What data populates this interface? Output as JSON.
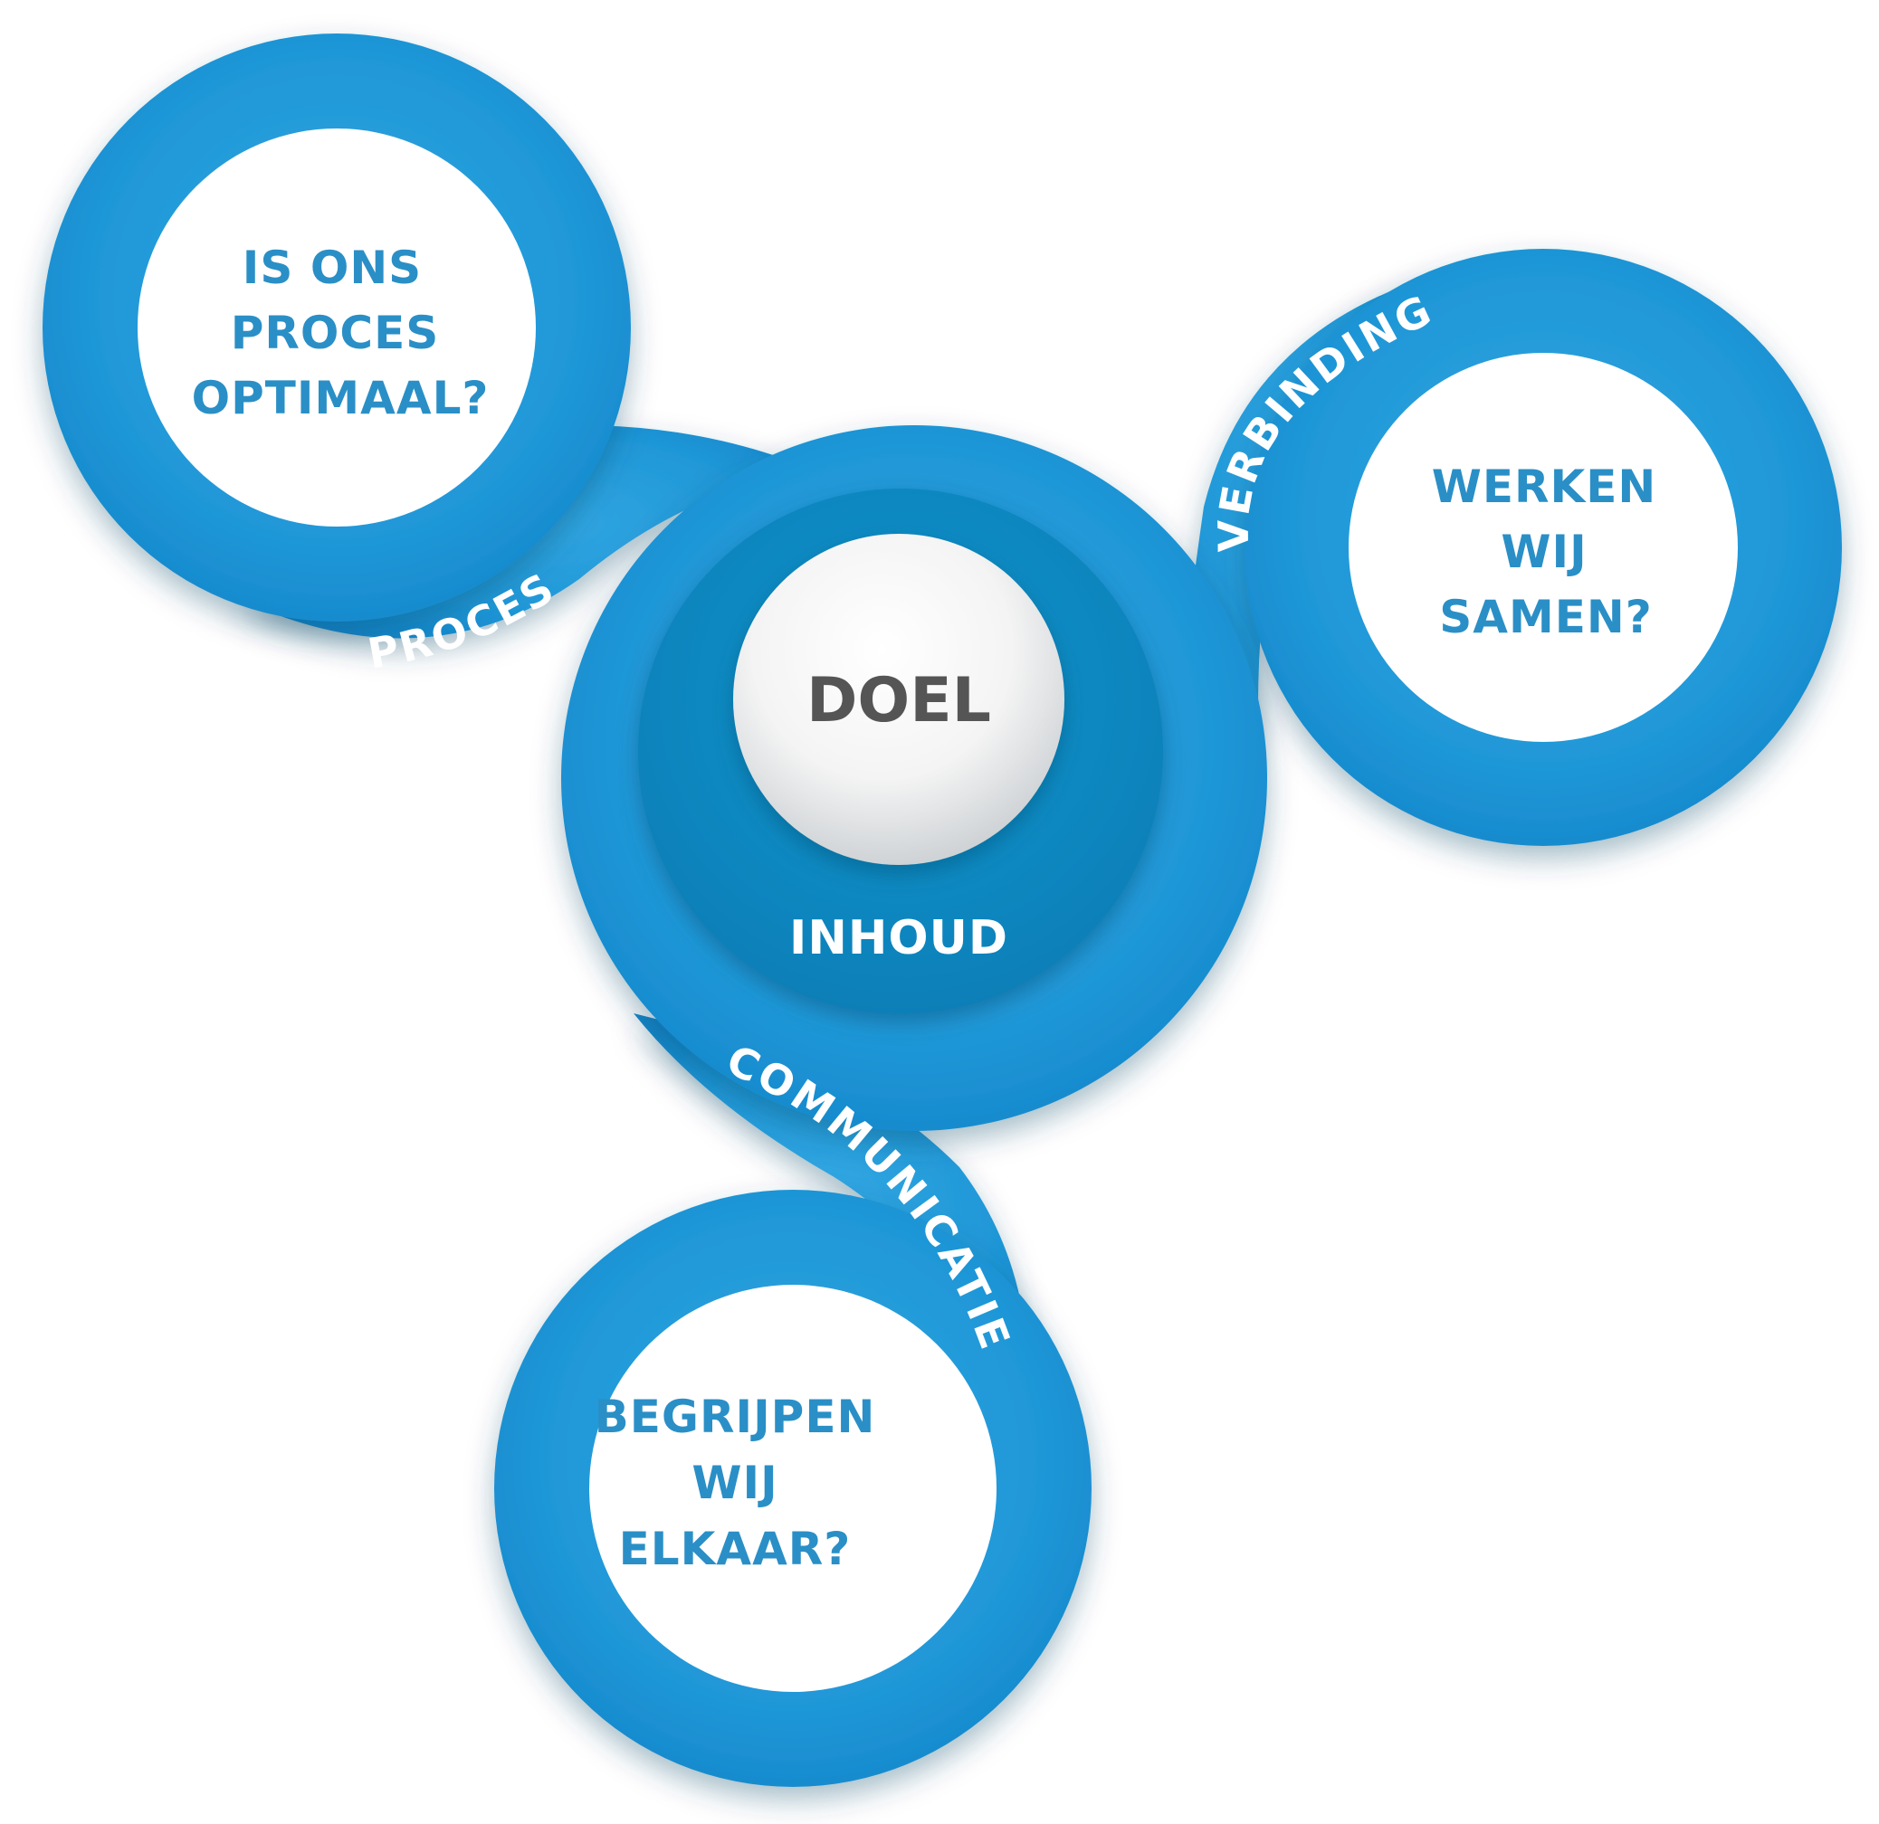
{
  "colors": {
    "ring_blue": "#1f97d7",
    "ring_blue_dark": "#0c7fc4",
    "inner_blue": "#0a8fc8",
    "question_text": "#2a8fc6",
    "center_text": "#555555",
    "label_text": "#ffffff"
  },
  "center": {
    "title": "DOEL",
    "inner_label": "INHOUD"
  },
  "nodes": {
    "proces": {
      "question_lines": [
        "IS ONS",
        "PROCES",
        "OPTIMAAL?"
      ],
      "connector_label": "PROCES"
    },
    "verbinding": {
      "question_lines": [
        "WERKEN",
        "WIJ",
        "SAMEN?"
      ],
      "connector_label": "VERBINDING"
    },
    "communicatie": {
      "question_lines": [
        "BEGRIJPEN",
        "WIJ",
        "ELKAAR?"
      ],
      "connector_label": "COMMUNICATIE"
    }
  }
}
